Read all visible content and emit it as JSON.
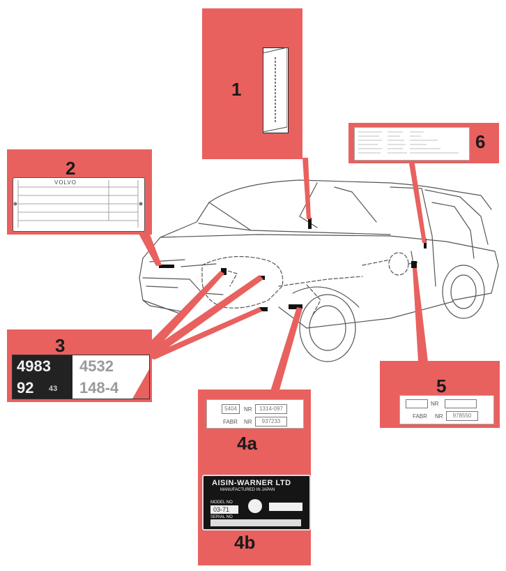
{
  "labels": {
    "p1": "1",
    "p2": "2",
    "p3": "3",
    "p4a": "4a",
    "p4b": "4b",
    "p5": "5",
    "p6": "6"
  },
  "plate2": {
    "brand": "VOLVO"
  },
  "plate3": {
    "top_left": "4983",
    "top_right": "4532",
    "bottom_left": "92",
    "bottom_small": "43",
    "bottom_right": "148-4"
  },
  "plate4a": {
    "field1": "5404",
    "nr1_label": "NR",
    "field2": "1314-097",
    "fabr_label": "FABR",
    "nr2_label": "NR",
    "field3": "937233"
  },
  "plate4b": {
    "maker": "AISIN-WARNER LTD",
    "line1": "MANUFACTURED IN JAPAN",
    "model_label": "MODEL NO",
    "model_value": "03-71",
    "serial_label": "SERIAL NO"
  },
  "plate5": {
    "nr1_label": "NR",
    "fabr_label": "FABR",
    "nr2_label": "NR",
    "field3": "978550"
  },
  "colors": {
    "panel": "#e8615f",
    "line": "#e8615f",
    "car_stroke": "#555555"
  }
}
